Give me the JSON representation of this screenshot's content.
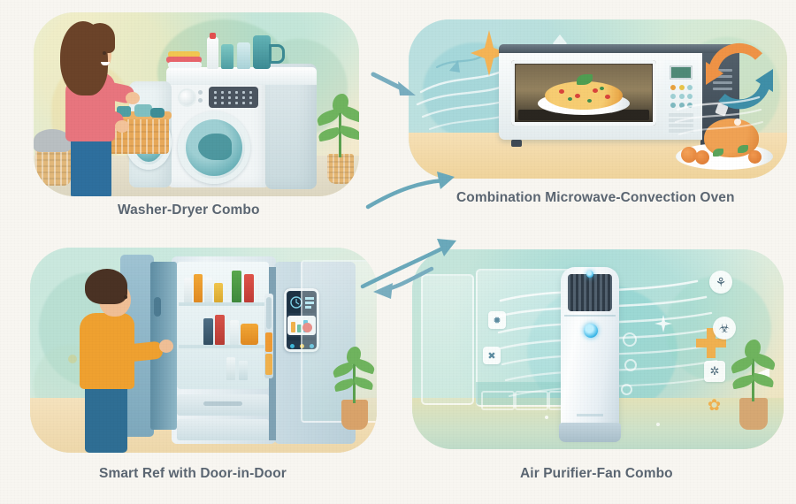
{
  "page": {
    "title": "Multi-Function Home Appliances Infographic",
    "background_color": "#f8f6f1",
    "caption_color": "#5b6672",
    "arrow_color": "#6aa9bb"
  },
  "panels": [
    {
      "id": "washer",
      "caption": "Washer-Dryer Combo",
      "scene": "A woman in a pink shirt and blue jeans loads a wicker laundry basket of clothes into a white front-load washer-dryer; detergent bottles and folded towels sit on top, a potted plant stands beside it.",
      "accent": "#e8757e"
    },
    {
      "id": "microwave",
      "caption": "Combination Microwave-Convection Oven",
      "scene": "A white and dark-grey countertop microwave-convection oven with a pizza on a plate inside the lit cavity, a roast turkey on a platter beside it, heat-flow lines and a circular orange-and-teal convection arrow pair.",
      "accent": "#ef9a4a"
    },
    {
      "id": "fridge",
      "caption": "Smart Ref with Door-in-Door",
      "scene": "A man in an orange shirt opens the door-in-door compartment of a stainless smart refrigerator stocked with bottles; a touchscreen hub is mounted on the right door.",
      "accent": "#efa130"
    },
    {
      "id": "purifier",
      "caption": "Air Purifier-Fan Combo",
      "scene": "A tall white tower air purifier and fan with a blue LED indicator, glass door behind it, airflow streamlines and floating badges for allergens, germs, filtration and pollen; a potted plant on the right.",
      "accent": "#4fb7dd"
    }
  ],
  "flow_arrows": [
    {
      "id": "washer-to-microwave",
      "from": "washer",
      "to": "microwave",
      "direction": "right",
      "style": "straight"
    },
    {
      "id": "washer-to-microwave-curve",
      "from": "washer",
      "to": "microwave",
      "direction": "up-right",
      "style": "curved"
    },
    {
      "id": "fridge-to-microwave",
      "from": "fridge",
      "to": "microwave",
      "direction": "up-right",
      "style": "curved"
    },
    {
      "id": "microwave-to-purifier",
      "from": "microwave",
      "to": "purifier",
      "direction": "left",
      "style": "curved"
    }
  ],
  "purifier_badges": [
    {
      "id": "allergen",
      "icon": "allergen-icon",
      "glyph": "⚘"
    },
    {
      "id": "germ",
      "icon": "germ-icon",
      "glyph": "☣"
    },
    {
      "id": "filter",
      "icon": "filter-icon",
      "glyph": "✲"
    },
    {
      "id": "pollen",
      "icon": "pollen-icon",
      "glyph": "✿"
    },
    {
      "id": "dust-left-upper",
      "icon": "dust-icon",
      "glyph": "✹"
    },
    {
      "id": "dust-left-lower",
      "icon": "dust-icon",
      "glyph": "✖"
    }
  ],
  "microwave_controls": {
    "display_color": "#4f8a77",
    "keypad_rows": 3,
    "keypad_cols": 3,
    "slot_count": 5
  },
  "fridge_screen": {
    "frame_color": "#243a4e",
    "card_color": "#f4f8f9",
    "indicator_colors": [
      "#3fb6d8",
      "#e8c44a",
      "#3fb6d8"
    ]
  }
}
